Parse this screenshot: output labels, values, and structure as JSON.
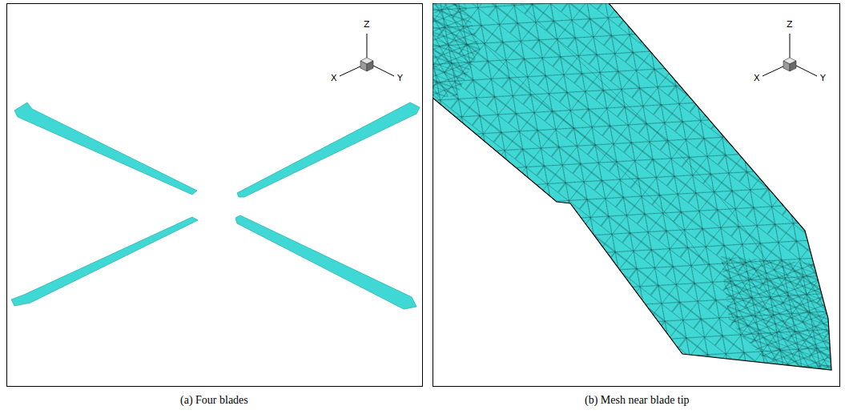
{
  "diagram": {
    "labels": [
      "Z",
      "X",
      "Y",
      "Z",
      "X",
      "Y",
      "(a) Four blades",
      "(b) Mesh near blade tip"
    ]
  }
}
